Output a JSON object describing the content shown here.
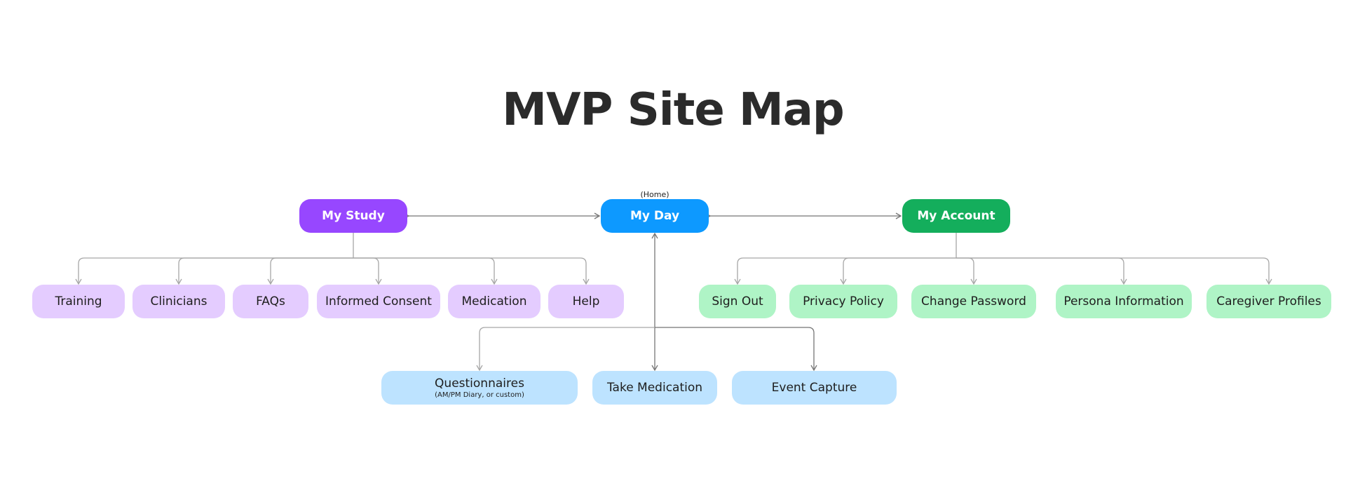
{
  "title": "MVP Site Map",
  "colors": {
    "my_study": "#9747ff",
    "my_day": "#0d99ff",
    "my_account": "#14ae5c",
    "study_child": "#e4ccff",
    "day_child": "#bde3ff",
    "account_child": "#aff4c6",
    "connector": "#a6a6a6",
    "arrow": "#757575"
  },
  "primary": {
    "my_study": {
      "label": "My Study"
    },
    "my_day": {
      "label": "My Day",
      "note": "(Home)"
    },
    "my_account": {
      "label": "My Account"
    }
  },
  "study_children": [
    "Training",
    "Clinicians",
    "FAQs",
    "Informed Consent",
    "Medication",
    "Help"
  ],
  "account_children": [
    "Sign Out",
    "Privacy Policy",
    "Change Password",
    "Persona Information",
    "Caregiver Profiles"
  ],
  "day_children": [
    {
      "label": "Questionnaires",
      "sub": "(AM/PM Diary, or custom)"
    },
    {
      "label": "Take Medication",
      "sub": ""
    },
    {
      "label": "Event Capture",
      "sub": ""
    }
  ]
}
